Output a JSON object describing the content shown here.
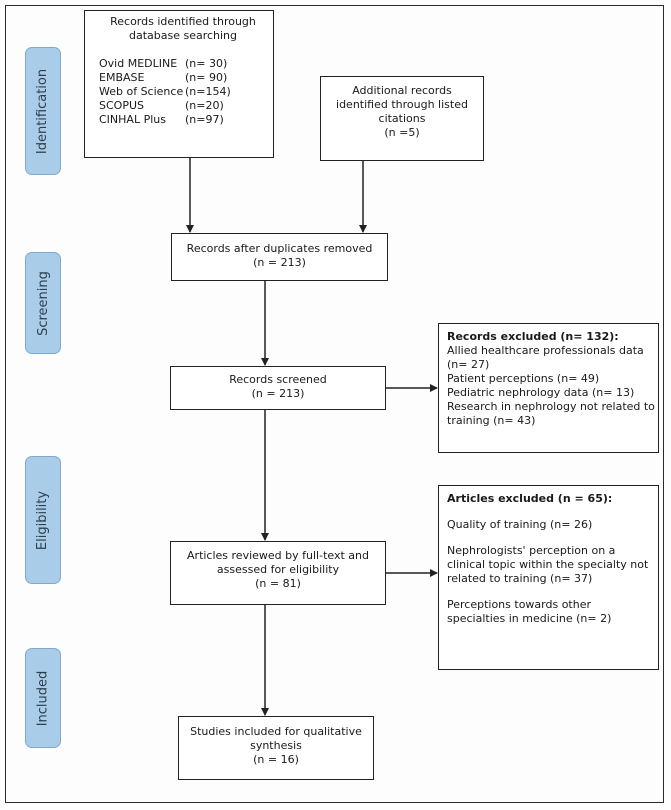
{
  "stages": {
    "identification": "Identification",
    "screening": "Screening",
    "eligibility": "Eligibility",
    "included": "Included"
  },
  "database_box": {
    "title_line1": "Records identified through",
    "title_line2": "database searching",
    "sources": [
      {
        "name": "Ovid MEDLINE",
        "count": "(n= 30)"
      },
      {
        "name": "EMBASE",
        "count": "(n= 90)"
      },
      {
        "name": "Web of Science",
        "count": "(n=154)"
      },
      {
        "name": "SCOPUS",
        "count": "(n=20)"
      },
      {
        "name": "CINHAL Plus",
        "count": "(n=97)"
      }
    ]
  },
  "additional_box": {
    "line1": "Additional records",
    "line2": "identified through listed",
    "line3": "citations",
    "line4": "(n =5)"
  },
  "duplicates_box": {
    "line1": "Records after duplicates removed",
    "line2": "(n = 213)"
  },
  "screened_box": {
    "line1": "Records screened",
    "line2": "(n = 213)"
  },
  "excluded_records_box": {
    "title": "Records excluded (n= 132):",
    "items": [
      "Allied healthcare professionals data",
      "(n= 27)",
      "Patient perceptions (n= 49)",
      "Pediatric nephrology data (n= 13)",
      "Research in nephrology not related to",
      "training (n= 43)"
    ]
  },
  "fulltext_box": {
    "line1": "Articles reviewed by full-text and",
    "line2": "assessed for eligibility",
    "line3": "(n = 81)"
  },
  "excluded_articles_box": {
    "title": "Articles excluded (n = 65):",
    "item1": "Quality of training (n= 26)",
    "item2_line1": "Nephrologists' perception on a",
    "item2_line2": "clinical topic within the specialty not",
    "item2_line3": "related to training (n= 37)",
    "item3_line1": "Perceptions towards other",
    "item3_line2": "specialties in medicine (n= 2)"
  },
  "included_box": {
    "line1": "Studies included for qualitative",
    "line2": "synthesis",
    "line3": "(n = 16)"
  }
}
